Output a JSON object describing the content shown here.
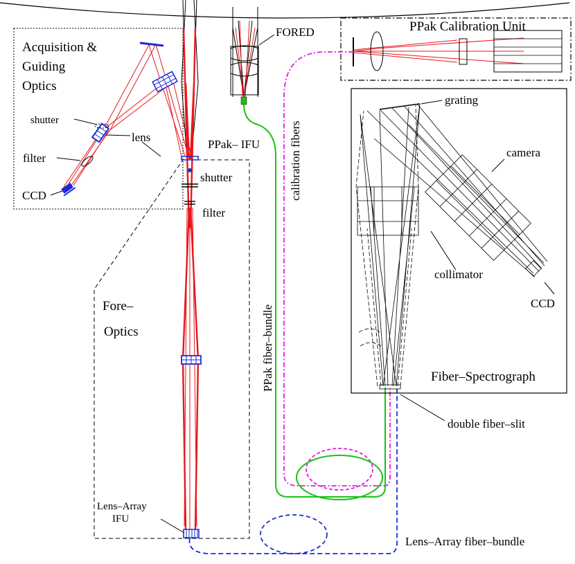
{
  "labels": {
    "acq_line1": "Acquisition &",
    "acq_line2": "Guiding",
    "acq_line3": "Optics",
    "shutter_acq": "shutter",
    "lens_acq": "lens",
    "filter_acq": "filter",
    "ccd_acq": "CCD",
    "shutter_main": "shutter",
    "filter_main": "filter",
    "fore_line1": "Fore–",
    "fore_line2": "Optics",
    "lens_array_line1": "Lens–Array",
    "lens_array_line2": "IFU",
    "fored": "FORED",
    "ppak_ifu": "PPak– IFU",
    "calibration_fibers": "calibration fibers",
    "ppak_fiber_bundle": "PPak fiber–bundle",
    "calib_unit": "PPak Calibration Unit",
    "grating": "grating",
    "camera": "camera",
    "collimator": "collimator",
    "ccd_spec": "CCD",
    "fiber_spectrograph": "Fiber–Spectrograph",
    "double_fiber_slit": "double fiber–slit",
    "lens_array_fiber_bundle": "Lens–Array fiber–bundle"
  },
  "colors": {
    "ray": "#e8171b",
    "optics": "#1a2bd6",
    "ppak_fiber": "#19c219",
    "calibration_fiber": "#e319e3",
    "lens_array_fiber": "#1a2bd6"
  }
}
